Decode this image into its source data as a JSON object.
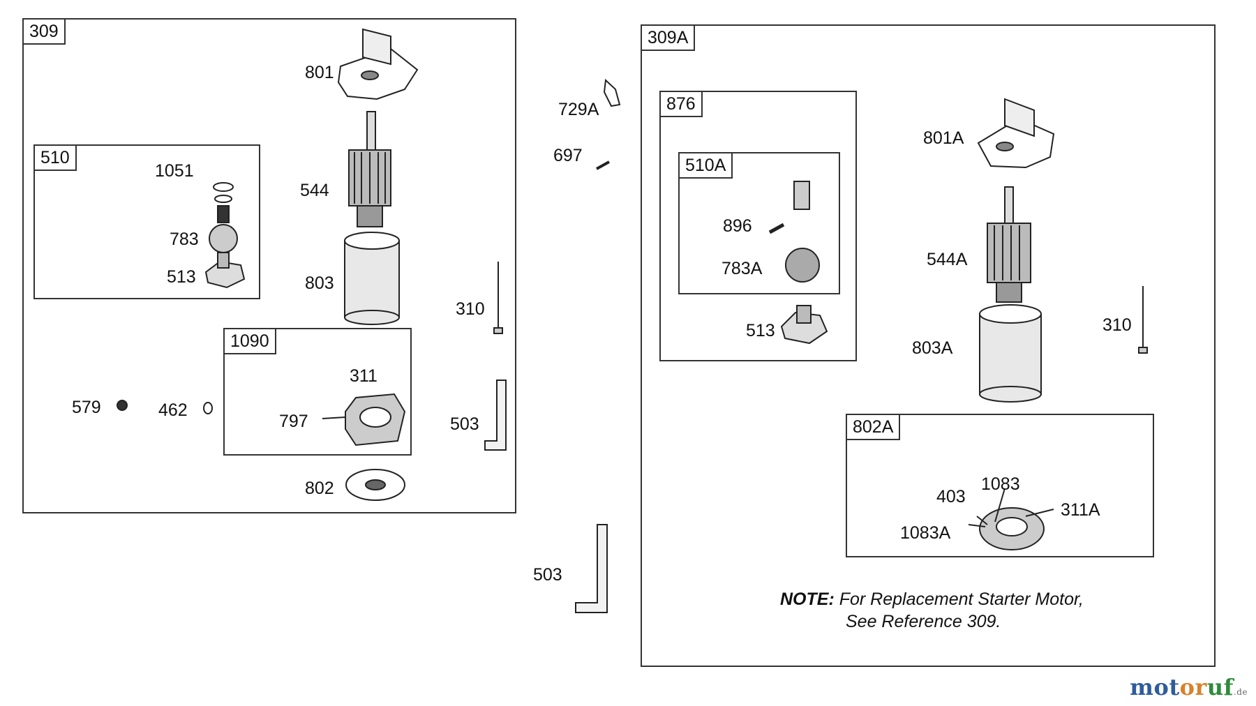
{
  "groups": {
    "g309": "309",
    "g510": "510",
    "g1090": "1090",
    "g309a": "309A",
    "g876": "876",
    "g510a": "510A",
    "g802a": "802A"
  },
  "parts": {
    "p801": "801",
    "p544": "544",
    "p803": "803",
    "p1051": "1051",
    "p783": "783",
    "p513": "513",
    "p311": "311",
    "p797": "797",
    "p802": "802",
    "p579": "579",
    "p462": "462",
    "p310": "310",
    "p503": "503",
    "p729a": "729A",
    "p697": "697",
    "p503b": "503",
    "p801a": "801A",
    "p544a": "544A",
    "p803a": "803A",
    "p310b": "310",
    "p896": "896",
    "p783a": "783A",
    "p513b": "513",
    "p403": "403",
    "p1083": "1083",
    "p311a": "311A",
    "p1083a": "1083A"
  },
  "note": {
    "label": "NOTE:",
    "line1": "For Replacement Starter Motor,",
    "line2": "See Reference 309."
  },
  "watermark": {
    "part1": "mot",
    "part2": "or",
    "part3": "uf",
    "suffix": ".de"
  }
}
